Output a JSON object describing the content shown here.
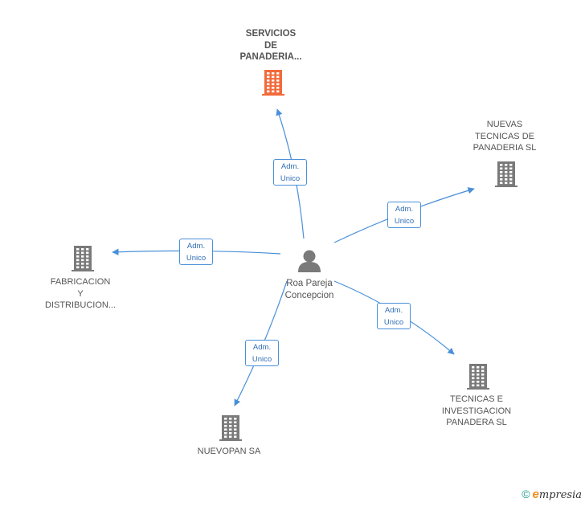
{
  "center": {
    "name_line1": "Roa Pareja",
    "name_line2": "Concepcion"
  },
  "companies": [
    {
      "id": "servicios",
      "lines": [
        "SERVICIOS",
        "DE",
        "PANADERIA..."
      ],
      "highlight": true
    },
    {
      "id": "nuevas",
      "lines": [
        "NUEVAS",
        "TECNICAS DE",
        "PANADERIA SL"
      ],
      "highlight": false
    },
    {
      "id": "fabricacion",
      "lines": [
        "FABRICACION",
        "Y",
        "DISTRIBUCION..."
      ],
      "highlight": false
    },
    {
      "id": "tecnicas",
      "lines": [
        "TECNICAS E",
        "INVESTIGACION",
        "PANADERA SL"
      ],
      "highlight": false
    },
    {
      "id": "nuevopan",
      "lines": [
        "NUEVOPAN SA"
      ],
      "highlight": false
    }
  ],
  "edge_label": {
    "line1": "Adm.",
    "line2": "Unico"
  },
  "colors": {
    "highlight_building": "#f26a3a",
    "building": "#7a7a7a",
    "edge": "#4a90d9",
    "person": "#7a7a7a"
  },
  "footer": {
    "copyright": "©",
    "brand_first": "e",
    "brand_rest": "mpresia"
  }
}
